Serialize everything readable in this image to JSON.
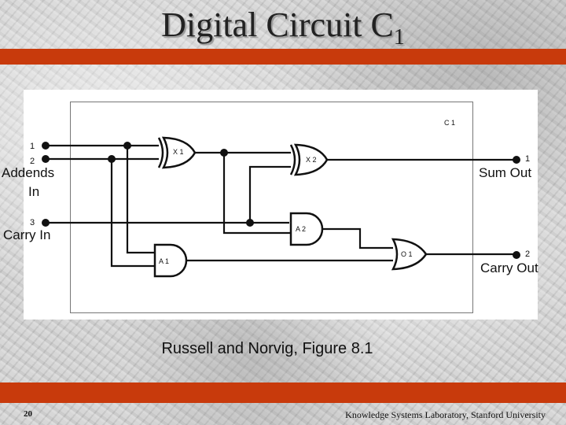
{
  "title": {
    "main": "Digital Circuit C",
    "subscript": "1"
  },
  "circuit": {
    "name": "C 1",
    "gates": [
      {
        "id": "x1",
        "label": "X 1"
      },
      {
        "id": "x2",
        "label": "X 2"
      },
      {
        "id": "a1",
        "label": "A 1"
      },
      {
        "id": "a2",
        "label": "A 2"
      },
      {
        "id": "o1",
        "label": "O 1"
      }
    ],
    "input_pins": [
      "1",
      "2",
      "3"
    ],
    "output_pins": [
      "1",
      "2"
    ],
    "labels": {
      "addends_line1": "Addends",
      "addends_line2": "In",
      "carry_in": "Carry In",
      "sum_out": "Sum Out",
      "carry_out": "Carry Out"
    }
  },
  "caption": "Russell and Norvig, Figure 8.1",
  "footer": {
    "page_number": "20",
    "credit": "Knowledge Systems Laboratory, Stanford University"
  },
  "colors": {
    "accent_bar": "#c83a0c",
    "wire": "#111111",
    "panel": "#ffffff"
  }
}
